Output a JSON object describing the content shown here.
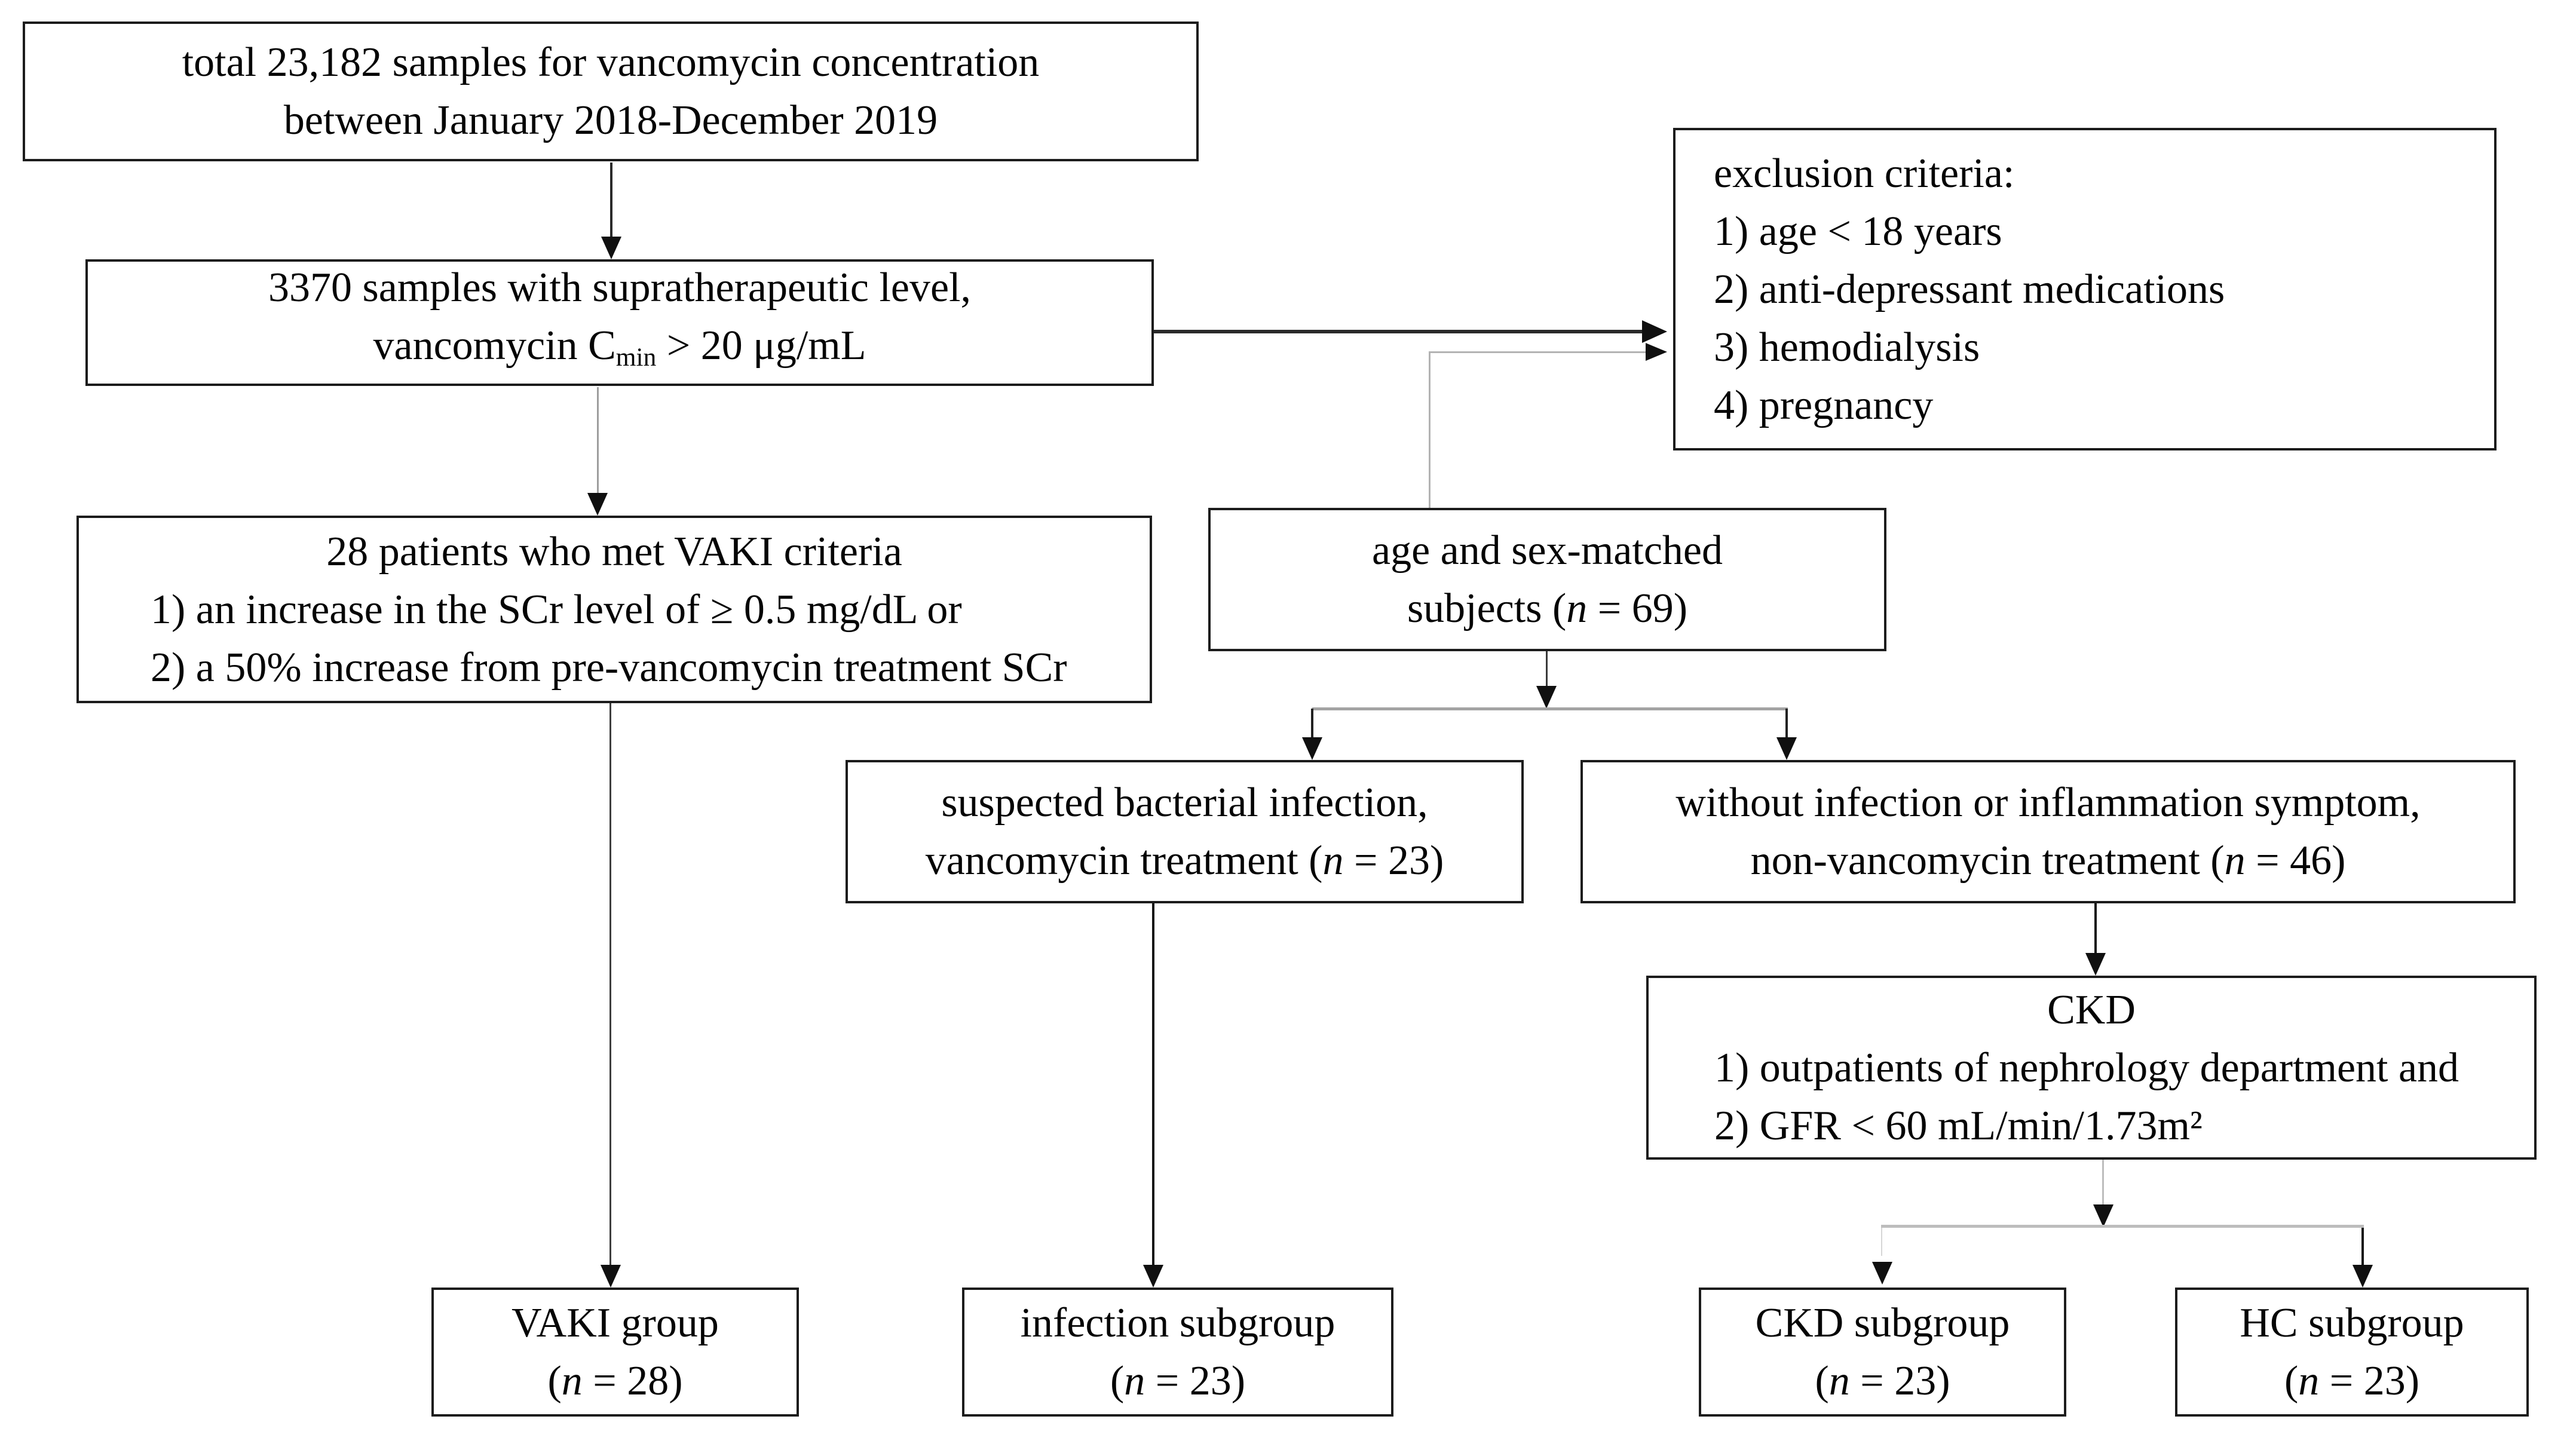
{
  "palette": {
    "background": "#ffffff",
    "box_border": "#1c1c1c",
    "text": "#050505",
    "connector_dark": "#2a2a2a",
    "connector_gray": "#9e9e9e",
    "connector_light": "#bdbdbd",
    "arrowhead": "#101010"
  },
  "nodes": {
    "total_samples": {
      "line1": "total 23,182 samples for vancomycin concentration",
      "line2": "between January 2018-December 2019"
    },
    "suprathera": {
      "line1": "3370 samples with supratherapeutic level,",
      "line2_pre": "vancomycin C",
      "line2_sub": "min",
      "line2_post": " > 20 μg/mL"
    },
    "exclusion": {
      "title": "exclusion criteria:",
      "items": [
        "1) age < 18 years",
        "2) anti-depressant medications",
        "3) hemodialysis",
        "4) pregnancy"
      ]
    },
    "vaki_criteria": {
      "line1": "28 patients who met VAKI criteria",
      "item1": "1) an increase in the SCr level of ≥ 0.5 mg/dL or",
      "item2": "2) a 50% increase from pre-vancomycin treatment SCr"
    },
    "age_sex": {
      "line1": "age and sex-matched",
      "line2_pre": "subjects (",
      "line2_n": "n",
      "line2_post": " = 69)"
    },
    "suspected": {
      "line1": "suspected bacterial infection,",
      "line2_pre": "vancomycin treatment (",
      "line2_n": "n",
      "line2_post": " = 23)"
    },
    "without": {
      "line1": "without infection or inflammation symptom,",
      "line2_pre": "non-vancomycin treatment (",
      "line2_n": "n",
      "line2_post": " = 46)"
    },
    "ckd": {
      "line1": "CKD",
      "item1": "1) outpatients of nephrology department and",
      "item2": "2) GFR < 60 mL/min/1.73m²"
    },
    "vaki_group": {
      "line1": "VAKI group",
      "line2_pre": "(",
      "line2_n": "n",
      "line2_post": " = 28)"
    },
    "infection_subgroup": {
      "line1": "infection subgroup",
      "line2_pre": "(",
      "line2_n": "n",
      "line2_post": " = 23)"
    },
    "ckd_subgroup": {
      "line1": "CKD subgroup",
      "line2_pre": "(",
      "line2_n": "n",
      "line2_post": " = 23)"
    },
    "hc_subgroup": {
      "line1": "HC subgroup",
      "line2_pre": "(",
      "line2_n": "n",
      "line2_post": " = 23)"
    }
  }
}
